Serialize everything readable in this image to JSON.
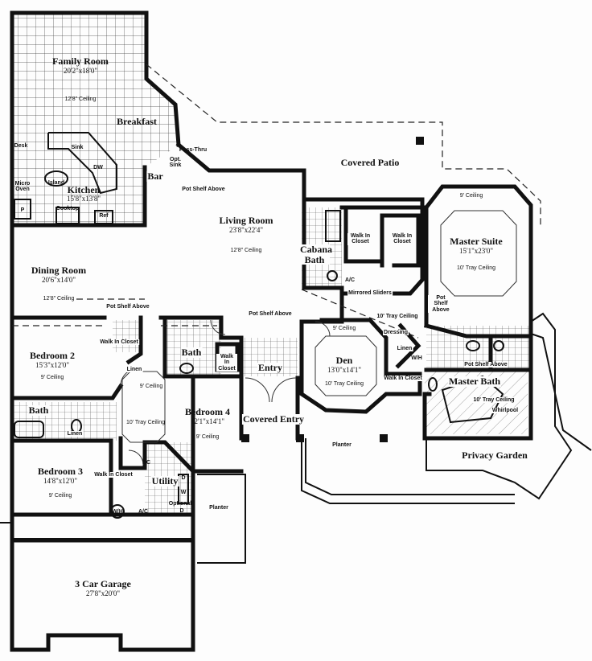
{
  "rooms": {
    "family_room": {
      "name": "Family Room",
      "dims": "20'2\"x18'0\"",
      "ceiling": "12'8\" Ceiling"
    },
    "breakfast": {
      "name": "Breakfast"
    },
    "kitchen": {
      "name": "Kitchen",
      "dims": "15'8\"x13'8\""
    },
    "bar": {
      "name": "Bar"
    },
    "living_room": {
      "name": "Living Room",
      "dims": "23'8\"x22'4\"",
      "ceiling": "12'8\" Ceiling"
    },
    "dining_room": {
      "name": "Dining Room",
      "dims": "20'6\"x14'0\"",
      "ceiling": "12'8\" Ceiling"
    },
    "covered_patio": {
      "name": "Covered Patio"
    },
    "cabana_bath": {
      "name": "Cabana Bath"
    },
    "master_suite": {
      "name": "Master Suite",
      "dims": "15'1\"x23'0\"",
      "ceiling": "10' Tray Ceiling",
      "ceiling_top": "9' Ceiling"
    },
    "bedroom2": {
      "name": "Bedroom 2",
      "dims": "15'3\"x12'0\"",
      "ceiling": "9' Ceiling"
    },
    "bedroom4": {
      "name": "Bedroom 4",
      "dims": "12'1\"x14'1\"",
      "ceiling": "9' Ceiling"
    },
    "bedroom3": {
      "name": "Bedroom 3",
      "dims": "14'8\"x12'0\"",
      "ceiling": "9' Ceiling"
    },
    "den": {
      "name": "Den",
      "dims": "13'0\"x14'1\"",
      "ceiling": "10' Tray Ceiling",
      "ceiling_top": "9' Ceiling"
    },
    "master_bath": {
      "name": "Master Bath"
    },
    "bath_center": {
      "name": "Bath"
    },
    "bath_left": {
      "name": "Bath"
    },
    "entry": {
      "name": "Entry"
    },
    "covered_entry": {
      "name": "Covered Entry"
    },
    "utility": {
      "name": "Utility"
    },
    "garage": {
      "name": "3 Car Garage",
      "dims": "27'8\"x20'0\""
    },
    "privacy_garden": {
      "name": "Privacy Garden"
    }
  },
  "notes": {
    "desk": "Desk",
    "micro_oven": "Micro Oven",
    "sink": "Sink",
    "dw": "DW",
    "island": "Island",
    "cooktop": "Cooktop",
    "ref": "Ref",
    "p": "P",
    "pass_thru": "Pass-Thru",
    "opt_sink": "Opt. Sink",
    "pot_shelf_above": "Pot Shelf Above",
    "walk_in_closet": "Walk In Closet",
    "linen": "Linen",
    "ac": "A/C",
    "mirrored_sliders": "Mirrored Sliders",
    "dressing": "Dressing",
    "wh": "W/H",
    "dc": "DC",
    "optional": "Optional",
    "d": "D",
    "w": "W",
    "planter": "Planter",
    "whirlpool": "Whirlpool",
    "tray_ceiling_10": "10' Tray Ceiling",
    "ceiling_9": "9' Ceiling"
  }
}
